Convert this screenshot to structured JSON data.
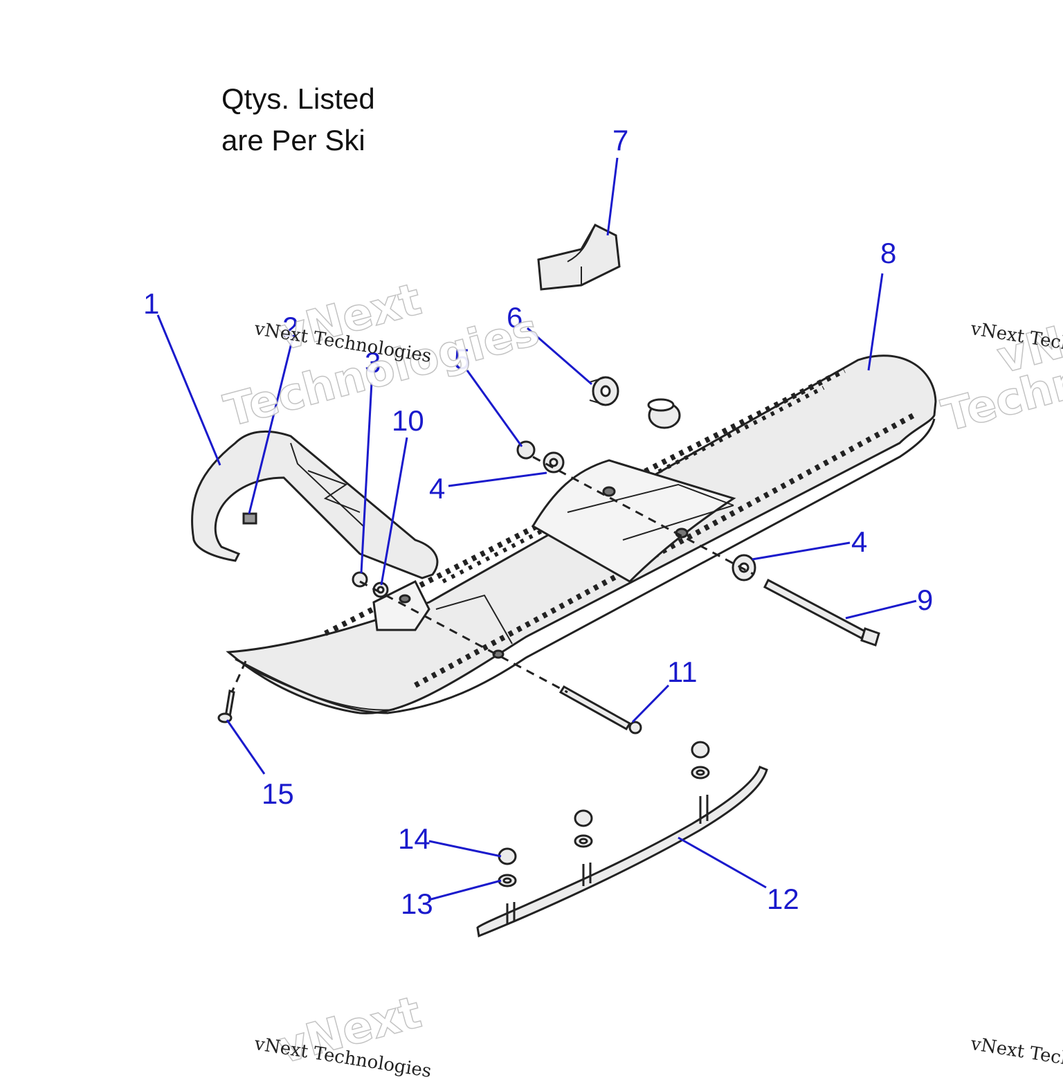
{
  "note": {
    "line1": "Qtys. Listed",
    "line2": "are Per Ski"
  },
  "callouts": {
    "c1": "1",
    "c2": "2",
    "c3": "3",
    "c4a": "4",
    "c4b": "4",
    "c5": "5",
    "c6": "6",
    "c7": "7",
    "c8": "8",
    "c9": "9",
    "c10": "10",
    "c11": "11",
    "c12": "12",
    "c13": "13",
    "c14": "14",
    "c15": "15"
  },
  "watermark": {
    "text": "vNext Technologies",
    "logo_line1": "vNext",
    "logo_line2": "Technologies"
  },
  "colors": {
    "callout": "#1a1acc",
    "outline": "#222222",
    "part_fill": "#ececec"
  }
}
